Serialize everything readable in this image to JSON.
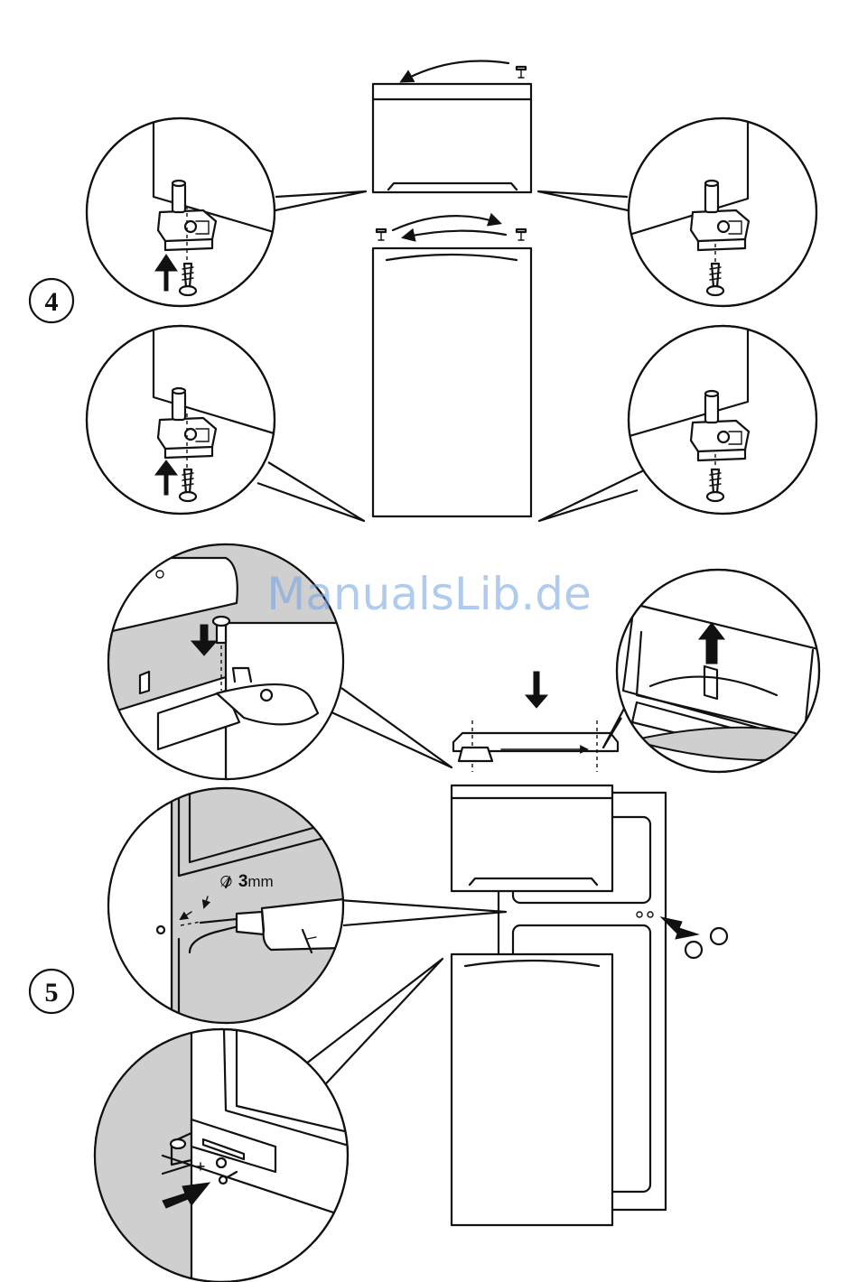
{
  "watermark": {
    "text": "ManualsLib.de",
    "color": "#6fa3e3"
  },
  "steps": [
    {
      "id": "step-4",
      "label": "4"
    },
    {
      "id": "step-5",
      "label": "5"
    }
  ],
  "drill": {
    "diameter_symbol": "∅",
    "size": "3",
    "unit": "mm"
  }
}
